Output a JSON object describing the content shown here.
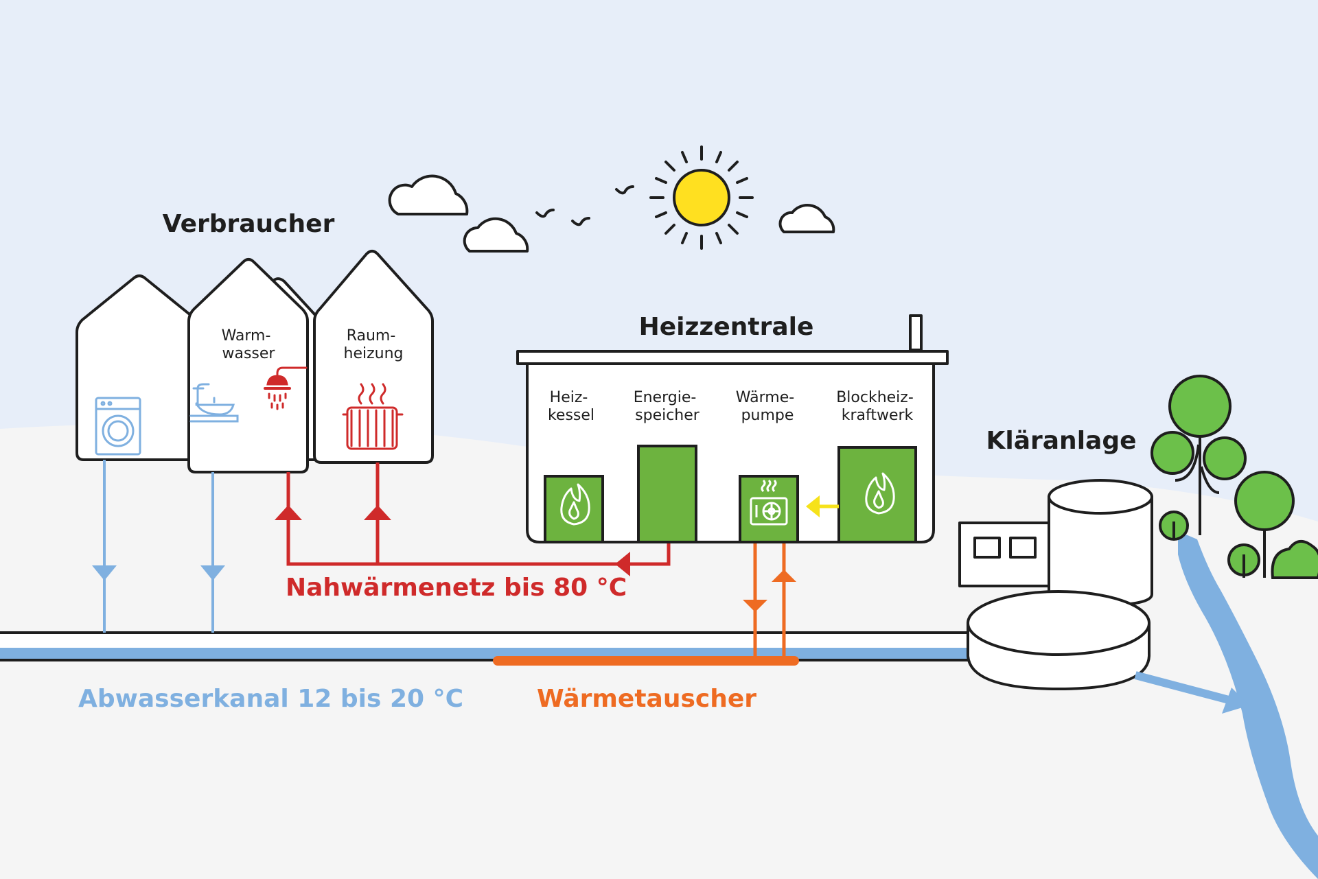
{
  "labels": {
    "verbraucher": "Verbraucher",
    "heizzentrale": "Heizzentrale",
    "klaeranlage": "Kläranlage",
    "nahwaermenetz": "Nahwärmenetz bis 80 °C",
    "abwasserkanal": "Abwasserkanal 12 bis 20 °C",
    "waermetauscher": "Wärmetauscher",
    "warmwasser_1": "Warm-",
    "warmwasser_2": "wasser",
    "raumheizung_1": "Raum-",
    "raumheizung_2": "heizung",
    "heizkessel_1": "Heiz-",
    "heizkessel_2": "kessel",
    "energiespeicher_1": "Energie-",
    "energiespeicher_2": "speicher",
    "waermepumpe_1": "Wärme-",
    "waermepumpe_2": "pumpe",
    "bhkw_1": "Blockheiz-",
    "bhkw_2": "kraftwerk"
  },
  "colors": {
    "sky": "#e7eef9",
    "ground": "#f5f5f5",
    "outline": "#1e1e1e",
    "heat_network": "#cf2a2a",
    "wastewater": "#7fb0e0",
    "heat_exchanger": "#ee6b22",
    "green_unit": "#6db33f",
    "sun": "#ffe020",
    "yellow_flow": "#f6e21a",
    "tree": "#6cc04a"
  }
}
